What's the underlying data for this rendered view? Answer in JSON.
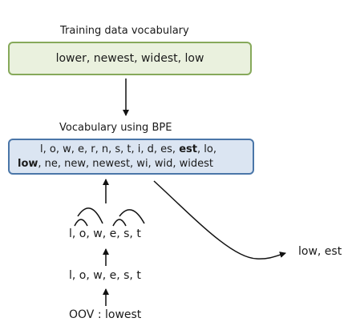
{
  "training": {
    "title": "Training data vocabulary",
    "words": "lower, newest, widest, low"
  },
  "bpe": {
    "title": "Vocabulary using BPE",
    "line1_tokens": "l, o, w, e, r, n, s, t, i, d, es, ",
    "line1_bold": "est",
    "line1_rest": ", lo,",
    "line2_bold": "low",
    "line2_rest": ", ne, new, newest, wi, wid, widest"
  },
  "process": {
    "merge_tokens": "l, o, w, e, s, t",
    "split_tokens": "l, o, w, e, s, t",
    "oov_text": "OOV : lowest",
    "result": "low, est"
  },
  "colors": {
    "training_box_fill": "#eaf1de",
    "training_box_border": "#86a95a",
    "bpe_box_fill": "#dbe5f2",
    "bpe_box_border": "#4a76a8"
  }
}
